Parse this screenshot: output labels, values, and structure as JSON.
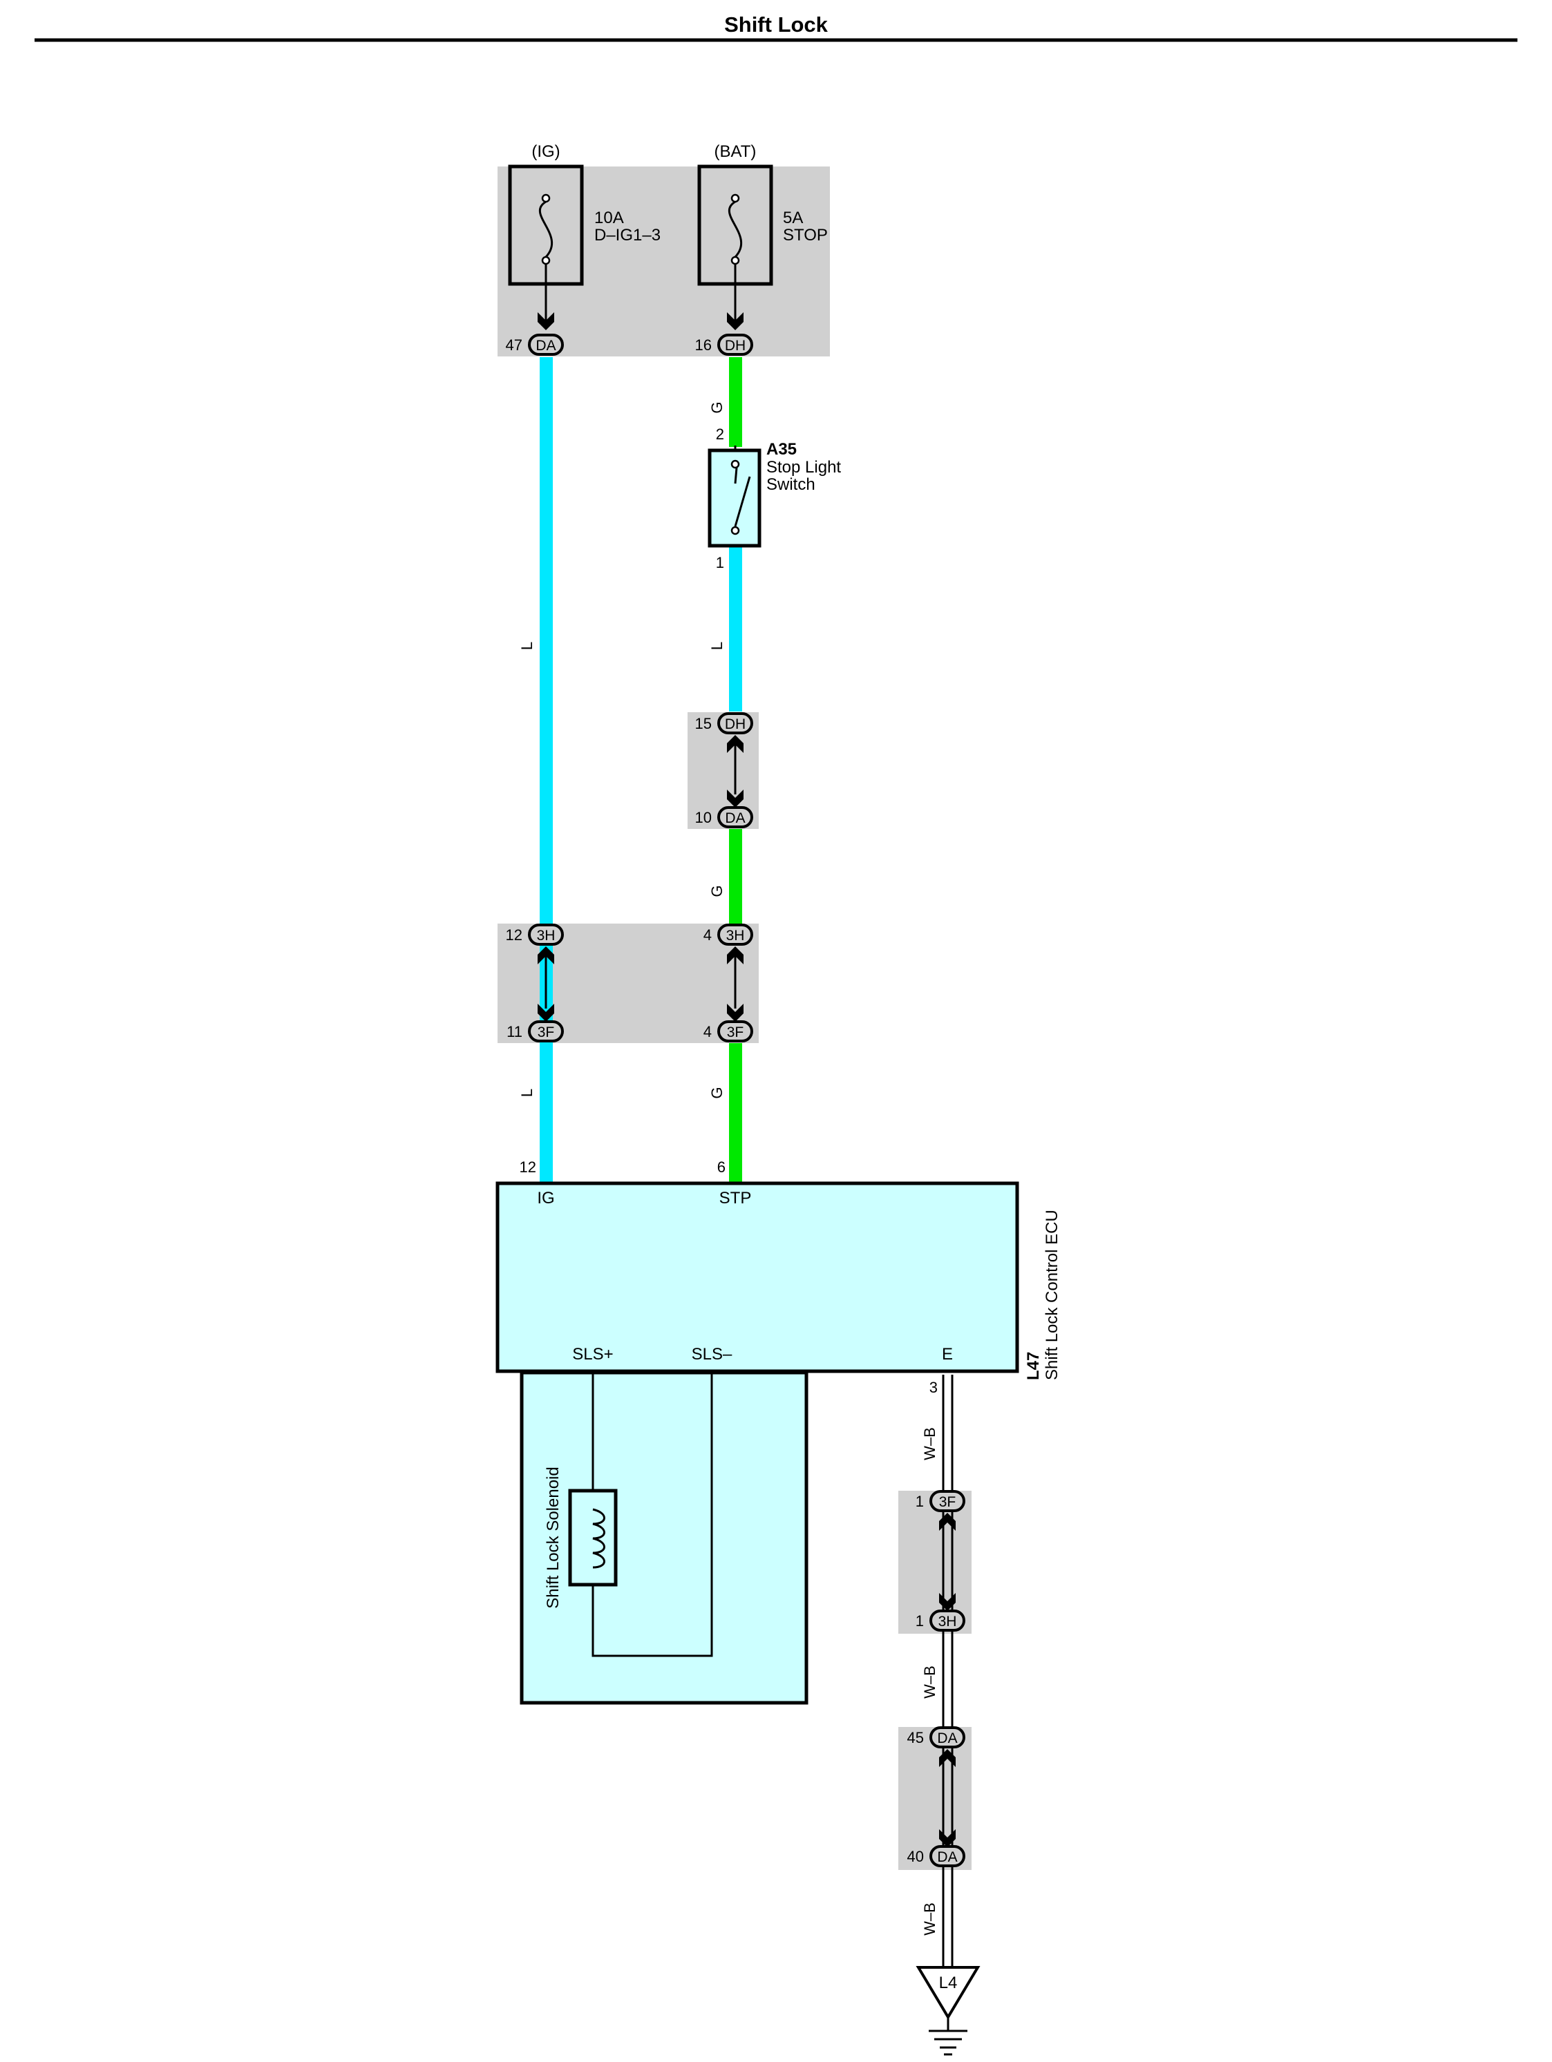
{
  "title": "Shift Lock",
  "fuses": [
    {
      "source": "(IG)",
      "rating": "10A",
      "name": "D–IG1–3"
    },
    {
      "source": "(BAT)",
      "rating": "5A",
      "name": "STOP"
    }
  ],
  "fuse_connectors": [
    {
      "pin": "47",
      "code": "DA"
    },
    {
      "pin": "16",
      "code": "DH"
    }
  ],
  "stop_switch": {
    "code": "A35",
    "name_line1": "Stop Light",
    "name_line2": "Switch",
    "pin_top": "2",
    "pin_bottom": "1"
  },
  "inline_connectors": {
    "dh15": {
      "pin": "15",
      "code": "DH"
    },
    "da10": {
      "pin": "10",
      "code": "DA"
    },
    "h3_12": {
      "pin": "12",
      "code": "3H"
    },
    "f3_11": {
      "pin": "11",
      "code": "3F"
    },
    "h3_4": {
      "pin": "4",
      "code": "3H"
    },
    "f3_4": {
      "pin": "4",
      "code": "3F"
    },
    "f3_1": {
      "pin": "1",
      "code": "3F"
    },
    "h3_1": {
      "pin": "1",
      "code": "3H"
    },
    "da45": {
      "pin": "45",
      "code": "DA"
    },
    "da40": {
      "pin": "40",
      "code": "DA"
    }
  },
  "wire_colors": {
    "L": "L",
    "G": "G",
    "WB": "W–B"
  },
  "ecu": {
    "code": "L47",
    "name": "Shift Lock Control ECU",
    "pin_ig": "12",
    "pin_stp": "6",
    "pin_e": "3",
    "label_ig": "IG",
    "label_stp": "STP",
    "label_slsp": "SLS+",
    "label_slsm": "SLS–",
    "label_e": "E"
  },
  "solenoid": {
    "name": "Shift Lock Solenoid"
  },
  "ground": {
    "code": "L4"
  },
  "colors": {
    "L": "#00e8ff",
    "G": "#00e800",
    "box": "#d0d0d0",
    "ecu_fill": "#ccffff"
  }
}
